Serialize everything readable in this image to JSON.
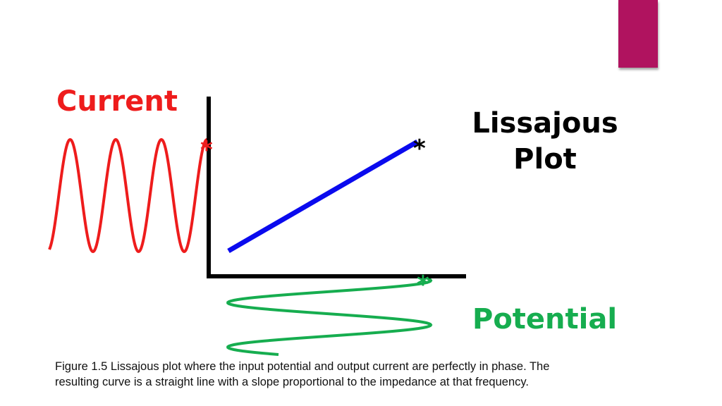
{
  "slide": {
    "accent_color": "#b0135f"
  },
  "diagram": {
    "current_label": "Current",
    "plot_title_line1": "Lissajous",
    "plot_title_line2": "Plot",
    "potential_label": "Potential",
    "star_symbol": "*",
    "colors": {
      "current": "#ee1c1c",
      "potential": "#16ad4f",
      "lissajous_line": "#0a0aee",
      "axes": "#000000"
    }
  },
  "caption": {
    "line1": "Figure 1.5 Lissajous plot where the input potential and output current are perfectly in phase.  The",
    "line2": "resulting curve is a straight line with a slope proportional to the impedance at that frequency."
  }
}
